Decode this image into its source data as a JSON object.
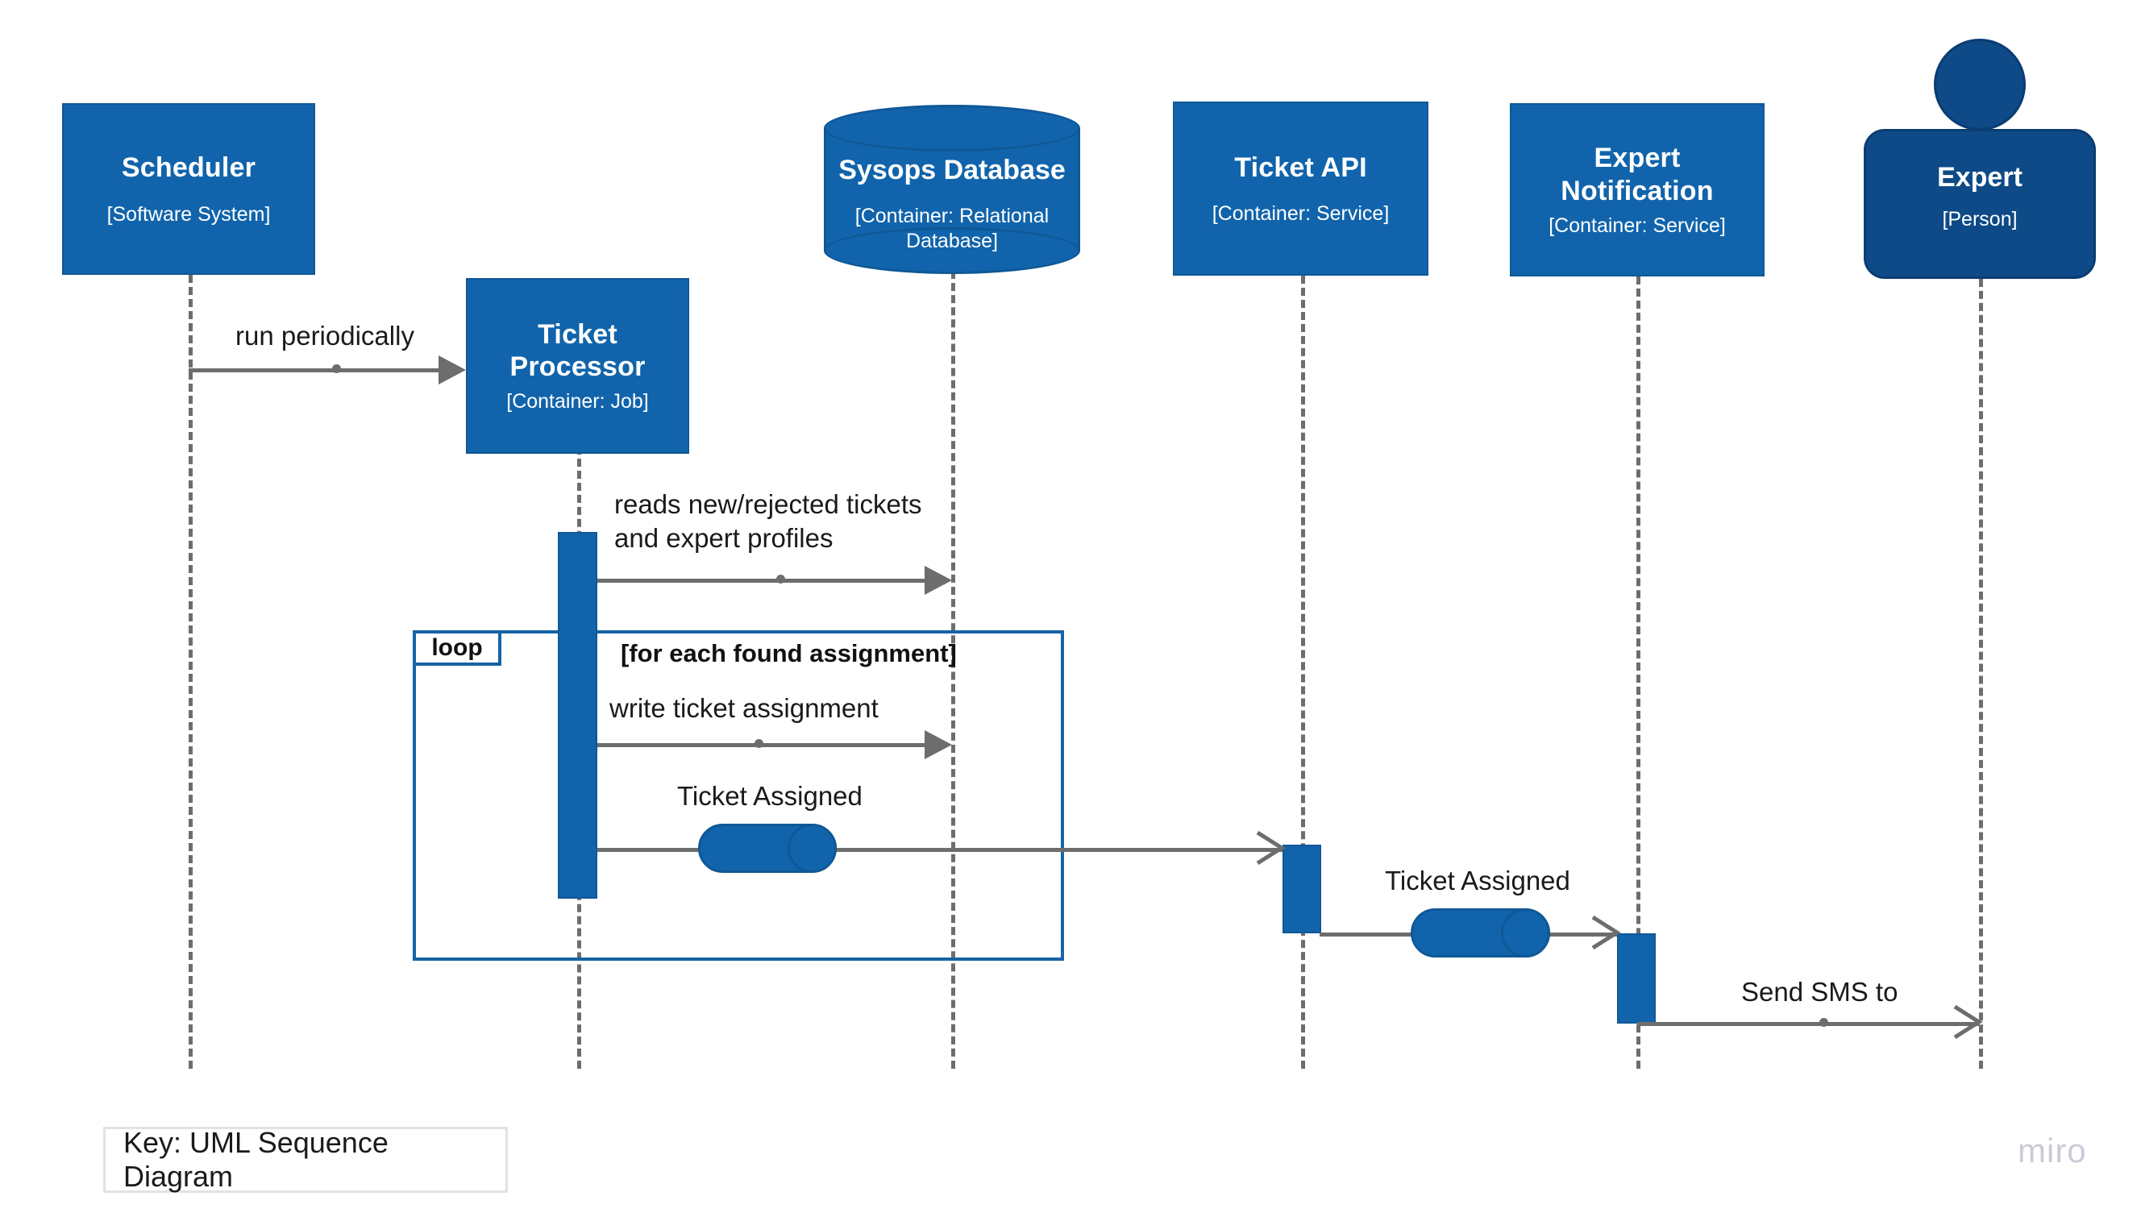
{
  "diagram": {
    "type": "uml-sequence-diagram",
    "key_label": "Key: UML Sequence Diagram",
    "watermark": "miro",
    "colors": {
      "system_fill": "#1164ab",
      "system_stroke": "#0f5896",
      "person_fill": "#0d4a87",
      "person_stroke": "#0a3c72",
      "line": "#6d6d6d",
      "fragment_stroke": "#1564a5",
      "text_dark": "#1a1a1a",
      "text_light": "#ffffff"
    },
    "participants": [
      {
        "id": "scheduler",
        "name": "Scheduler",
        "technology": "[Software System]",
        "shape": "box"
      },
      {
        "id": "ticket-processor",
        "name": "Ticket Processor",
        "technology": "[Container: Job]",
        "shape": "box"
      },
      {
        "id": "sysops-database",
        "name": "Sysops Database",
        "technology": "[Container: Relational Database]",
        "shape": "cylinder"
      },
      {
        "id": "ticket-api",
        "name": "Ticket API",
        "technology": "[Container: Service]",
        "shape": "box"
      },
      {
        "id": "expert-notification",
        "name": "Expert Notification",
        "technology": "[Container: Service]",
        "shape": "box"
      },
      {
        "id": "expert",
        "name": "Expert",
        "technology": "[Person]",
        "shape": "person"
      }
    ],
    "messages": [
      {
        "id": "run-periodically",
        "label": "run periodically",
        "from": "scheduler",
        "to": "ticket-processor",
        "arrow": "filled"
      },
      {
        "id": "reads-tickets",
        "label": "reads new/rejected tickets\nand expert profiles",
        "from": "ticket-processor",
        "to": "sysops-database",
        "arrow": "filled"
      },
      {
        "id": "write-ticket-assignment",
        "label": "write ticket assignment",
        "from": "ticket-processor",
        "to": "sysops-database",
        "arrow": "filled"
      },
      {
        "id": "ticket-assigned-to-api",
        "label": "Ticket Assigned",
        "from": "ticket-processor",
        "to": "ticket-api",
        "arrow": "open",
        "via": "queue"
      },
      {
        "id": "ticket-assigned-to-notification",
        "label": "Ticket Assigned",
        "from": "ticket-api",
        "to": "expert-notification",
        "arrow": "open",
        "via": "queue"
      },
      {
        "id": "send-sms",
        "label": "Send SMS to",
        "from": "expert-notification",
        "to": "expert",
        "arrow": "open"
      }
    ],
    "fragments": [
      {
        "id": "loop-fragment",
        "operator": "loop",
        "guard": "[for each found assignment]"
      }
    ]
  }
}
